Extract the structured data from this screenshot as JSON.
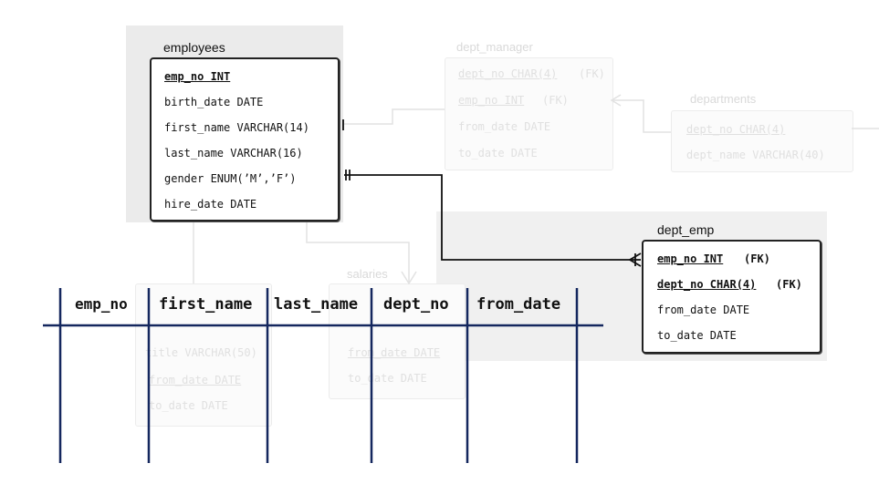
{
  "employees": {
    "title": "employees",
    "fields": [
      "emp_no INT",
      "birth_date DATE",
      "first_name VARCHAR(14)",
      "last_name VARCHAR(16)",
      "gender ENUM(’M’,’F’)",
      "hire_date DATE"
    ]
  },
  "dept_emp": {
    "title": "dept_emp",
    "fields": [
      "emp_no INT",
      "dept_no CHAR(4)",
      "from_date DATE",
      "to_date DATE"
    ],
    "fk_label": "(FK)"
  },
  "dept_manager": {
    "title": "dept_manager",
    "fields": [
      "dept_no CHAR(4)",
      "emp_no INT",
      "from_date DATE",
      "to_date DATE"
    ],
    "fk_label": "(FK)"
  },
  "departments": {
    "title": "departments",
    "fields": [
      "dept_no CHAR(4)",
      "dept_name VARCHAR(40)"
    ]
  },
  "salaries": {
    "title": "salaries",
    "fields": [
      "from_date DATE",
      "to_date DATE"
    ]
  },
  "titles": {
    "fields": [
      "title VARCHAR(50)",
      "from_date DATE",
      "to_date DATE"
    ]
  },
  "result_table": {
    "headers": [
      "emp_no",
      "first_name",
      "last_name",
      "dept_no",
      "from_date"
    ]
  }
}
